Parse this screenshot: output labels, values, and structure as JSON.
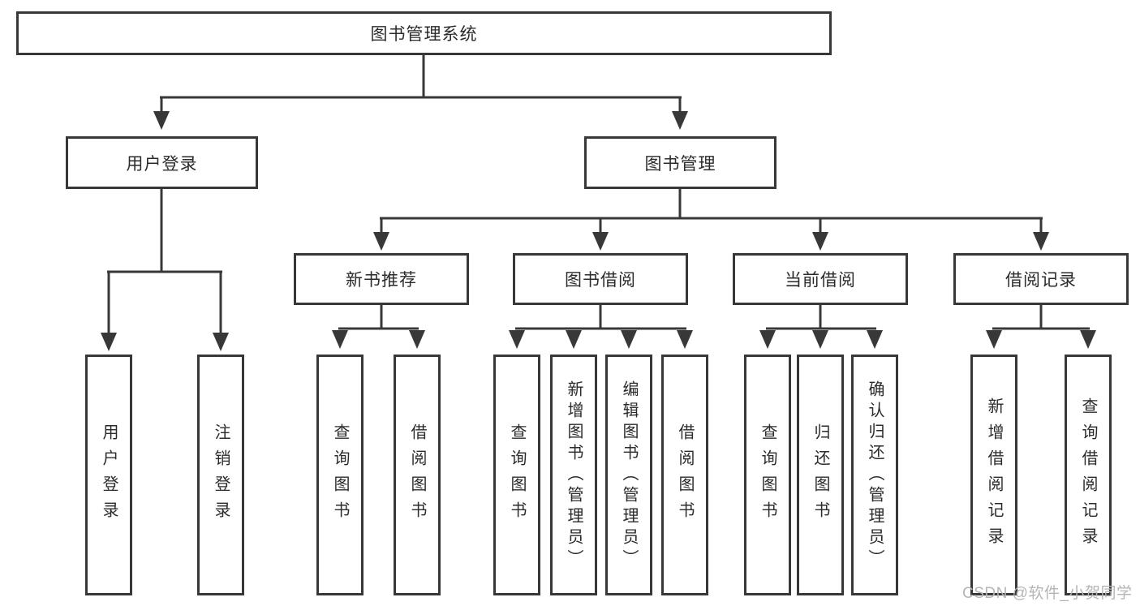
{
  "nodes": {
    "root": "图书管理系统",
    "user_login": "用户登录",
    "book_mgmt": "图书管理",
    "new_book_rec": "新书推荐",
    "book_borrow": "图书借阅",
    "current_borrow": "当前借阅",
    "borrow_record": "借阅记录",
    "leaf_user_login": "用户登录",
    "leaf_logout": "注销登录",
    "leaf_query_book_rec": "查询图书",
    "leaf_borrow_book_rec": "借阅图书",
    "leaf_query_book_borrow": "查询图书",
    "leaf_add_book_admin": "新增图书（管理员）",
    "leaf_edit_book_admin": "编辑图书（管理员）",
    "leaf_borrow_book_borrow": "借阅图书",
    "leaf_query_book_current": "查询图书",
    "leaf_return_book": "归还图书",
    "leaf_confirm_return_admin": "确认归还（管理员）",
    "leaf_add_borrow_record": "新增借阅记录",
    "leaf_query_borrow_record": "查询借阅记录"
  },
  "watermark": {
    "text": "CSDN @软件_小贺同学"
  },
  "colors": {
    "line": "#383838",
    "text": "#2b2b2b",
    "watermark": "#b5b5b5",
    "background": "#ffffff"
  }
}
